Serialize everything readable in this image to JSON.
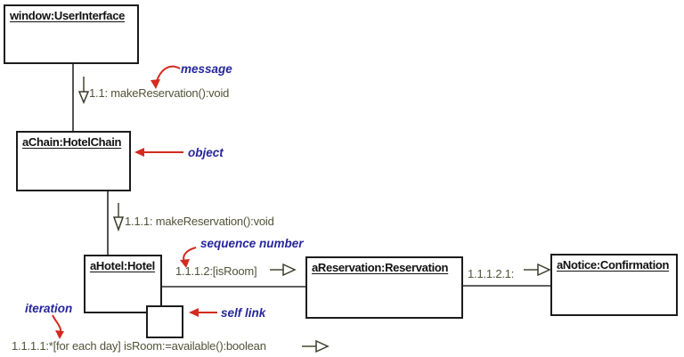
{
  "colors": {
    "box_border": "#1c1c1c",
    "title_text": "#111111",
    "message_text": "#52523a",
    "annotation_text": "#26269c",
    "annotation_arrow": "#d32b20"
  },
  "objects": [
    {
      "label": "window:UserInterface"
    },
    {
      "label": "aChain:HotelChain"
    },
    {
      "label": "aHotel:Hotel"
    },
    {
      "label": "aReservation:Reservation"
    },
    {
      "label": "aNotice:Confirmation"
    }
  ],
  "messages": [
    {
      "text": "1.1: makeReservation():void",
      "direction": "down"
    },
    {
      "text": "1.1.1: makeReservation():void",
      "direction": "down"
    },
    {
      "text": "1.1.1.2:[isRoom]",
      "direction": "right"
    },
    {
      "text": "1.1.1.2.1:",
      "direction": "right"
    },
    {
      "text": "1.1.1.1:*[for each day] isRoom:=available():boolean",
      "direction": "right"
    }
  ],
  "annotations": [
    {
      "text": "message"
    },
    {
      "text": "object"
    },
    {
      "text": "sequence number"
    },
    {
      "text": "self link"
    },
    {
      "text": "iteration"
    }
  ]
}
